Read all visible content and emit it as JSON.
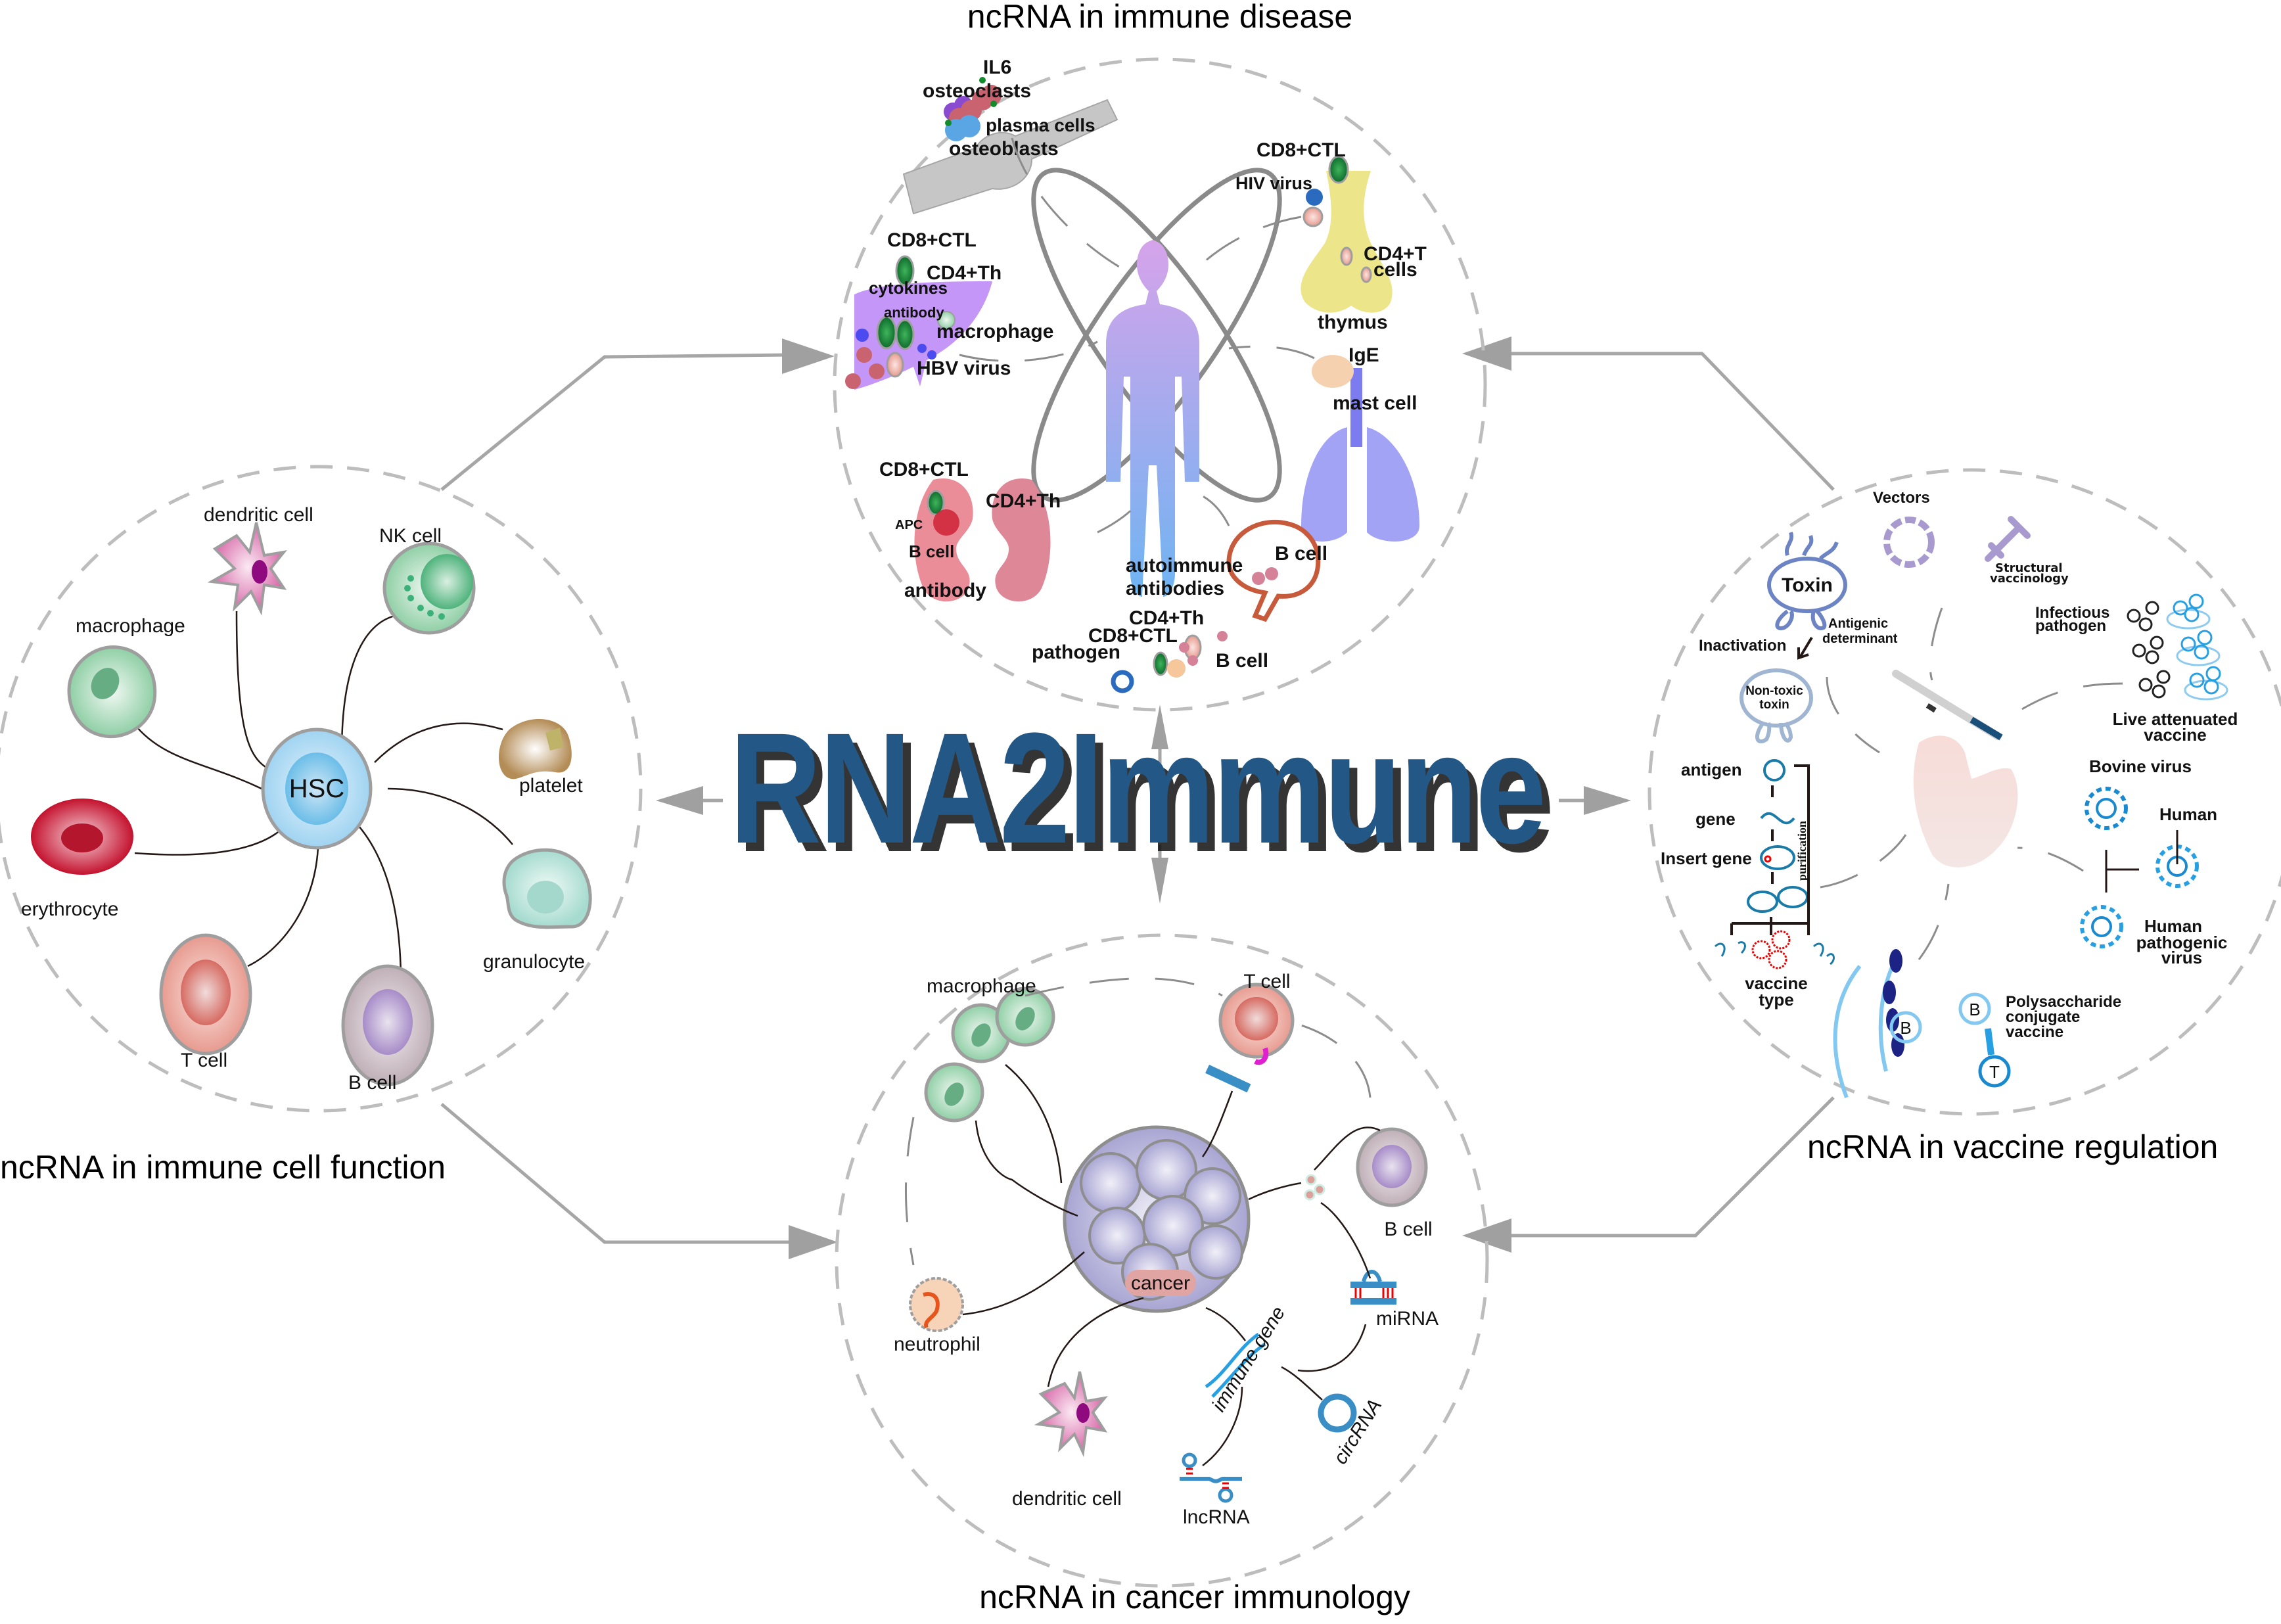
{
  "title": "RNA2Immune",
  "sections": {
    "immune_disease": {
      "title": "ncRNA in immune disease",
      "bone": {
        "labels": [
          "IL6",
          "osteoclasts",
          "plasma cells",
          "osteoblasts"
        ]
      },
      "thymus": {
        "labels": [
          "CD8+CTL",
          "HIV virus",
          "CD4+T",
          "cells",
          "thymus"
        ]
      },
      "liver": {
        "labels": [
          "CD8+CTL",
          "CD4+Th",
          "cytokines",
          "antibody",
          "macrophage",
          "HBV virus"
        ]
      },
      "lung": {
        "labels": [
          "IgE",
          "mast cell"
        ]
      },
      "kidney": {
        "labels": [
          "CD8+CTL",
          "CD4+Th",
          "APC",
          "B cell",
          "antibody"
        ]
      },
      "brain": {
        "labels": [
          "autoimmune",
          "antibodies",
          "B cell"
        ]
      },
      "pathogen": {
        "labels": [
          "CD4+Th",
          "CD8+CTL",
          "pathogen",
          "B cell"
        ]
      }
    },
    "immune_cell_function": {
      "title": "ncRNA in immune cell function",
      "center": "HSC",
      "cells": [
        "dendritic cell",
        "NK cell",
        "macrophage",
        "platelet",
        "erythrocyte",
        "granulocyte",
        "T cell",
        "B cell"
      ]
    },
    "vaccine_regulation": {
      "title": "ncRNA in vaccine regulation",
      "labels": {
        "vectors": "Vectors",
        "structural_1": "Structural",
        "structural_2": "vaccinology",
        "toxin": "Toxin",
        "antigenic_1": "Antigenic",
        "antigenic_2": "determinant",
        "inactivation": "Inactivation",
        "nontoxic_1": "Non-toxic",
        "nontoxic_2": "toxin",
        "infectious_1": "Infectious",
        "infectious_2": "pathogen",
        "live_1": "Live attenuated",
        "live_2": "vaccine",
        "antigen": "antigen",
        "gene": "gene",
        "insert_gene": "Insert gene",
        "purification": "purification",
        "vaccine_type_1": "vaccine",
        "vaccine_type_2": "type",
        "bovine": "Bovine virus",
        "human": "Human",
        "hpv_1": "Human",
        "hpv_2": "pathogenic",
        "hpv_3": "virus",
        "poly_1": "Polysaccharide",
        "poly_2": "conjugate",
        "poly_3": "vaccine",
        "b": "B",
        "t": "T"
      }
    },
    "cancer_immunology": {
      "title": "ncRNA in cancer immunology",
      "labels": {
        "macrophage": "macrophage",
        "t_cell": "T cell",
        "b_cell": "B cell",
        "neutrophil": "neutrophil",
        "cancer": "cancer",
        "mirna": "miRNA",
        "immune_gene": "immune gene",
        "circrna": "circRNA",
        "lncrna": "lncRNA",
        "dendritic_cell": "dendritic cell"
      }
    }
  },
  "colors": {
    "title": "#235785",
    "connector": "#a6a6a6",
    "dashed_circle": "#bdbdbd"
  }
}
